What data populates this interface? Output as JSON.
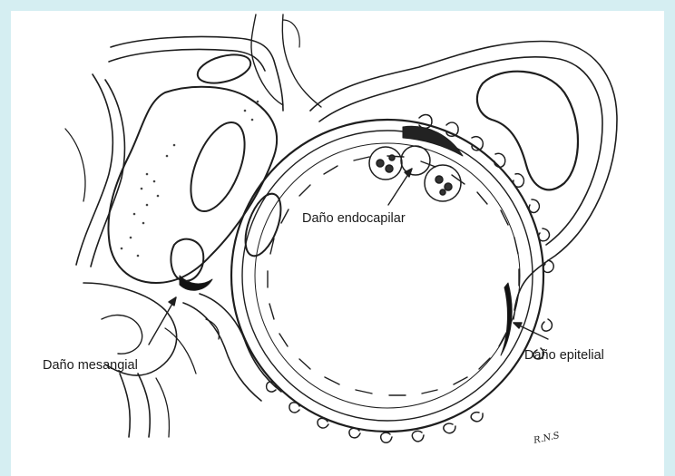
{
  "figure": {
    "background": "#d5eef2",
    "labels": {
      "endocapillary": "Daño endocapilar",
      "mesangial": "Daño mesangial",
      "epithelial": "Daño epitelial"
    },
    "signature": "R.N.S"
  }
}
